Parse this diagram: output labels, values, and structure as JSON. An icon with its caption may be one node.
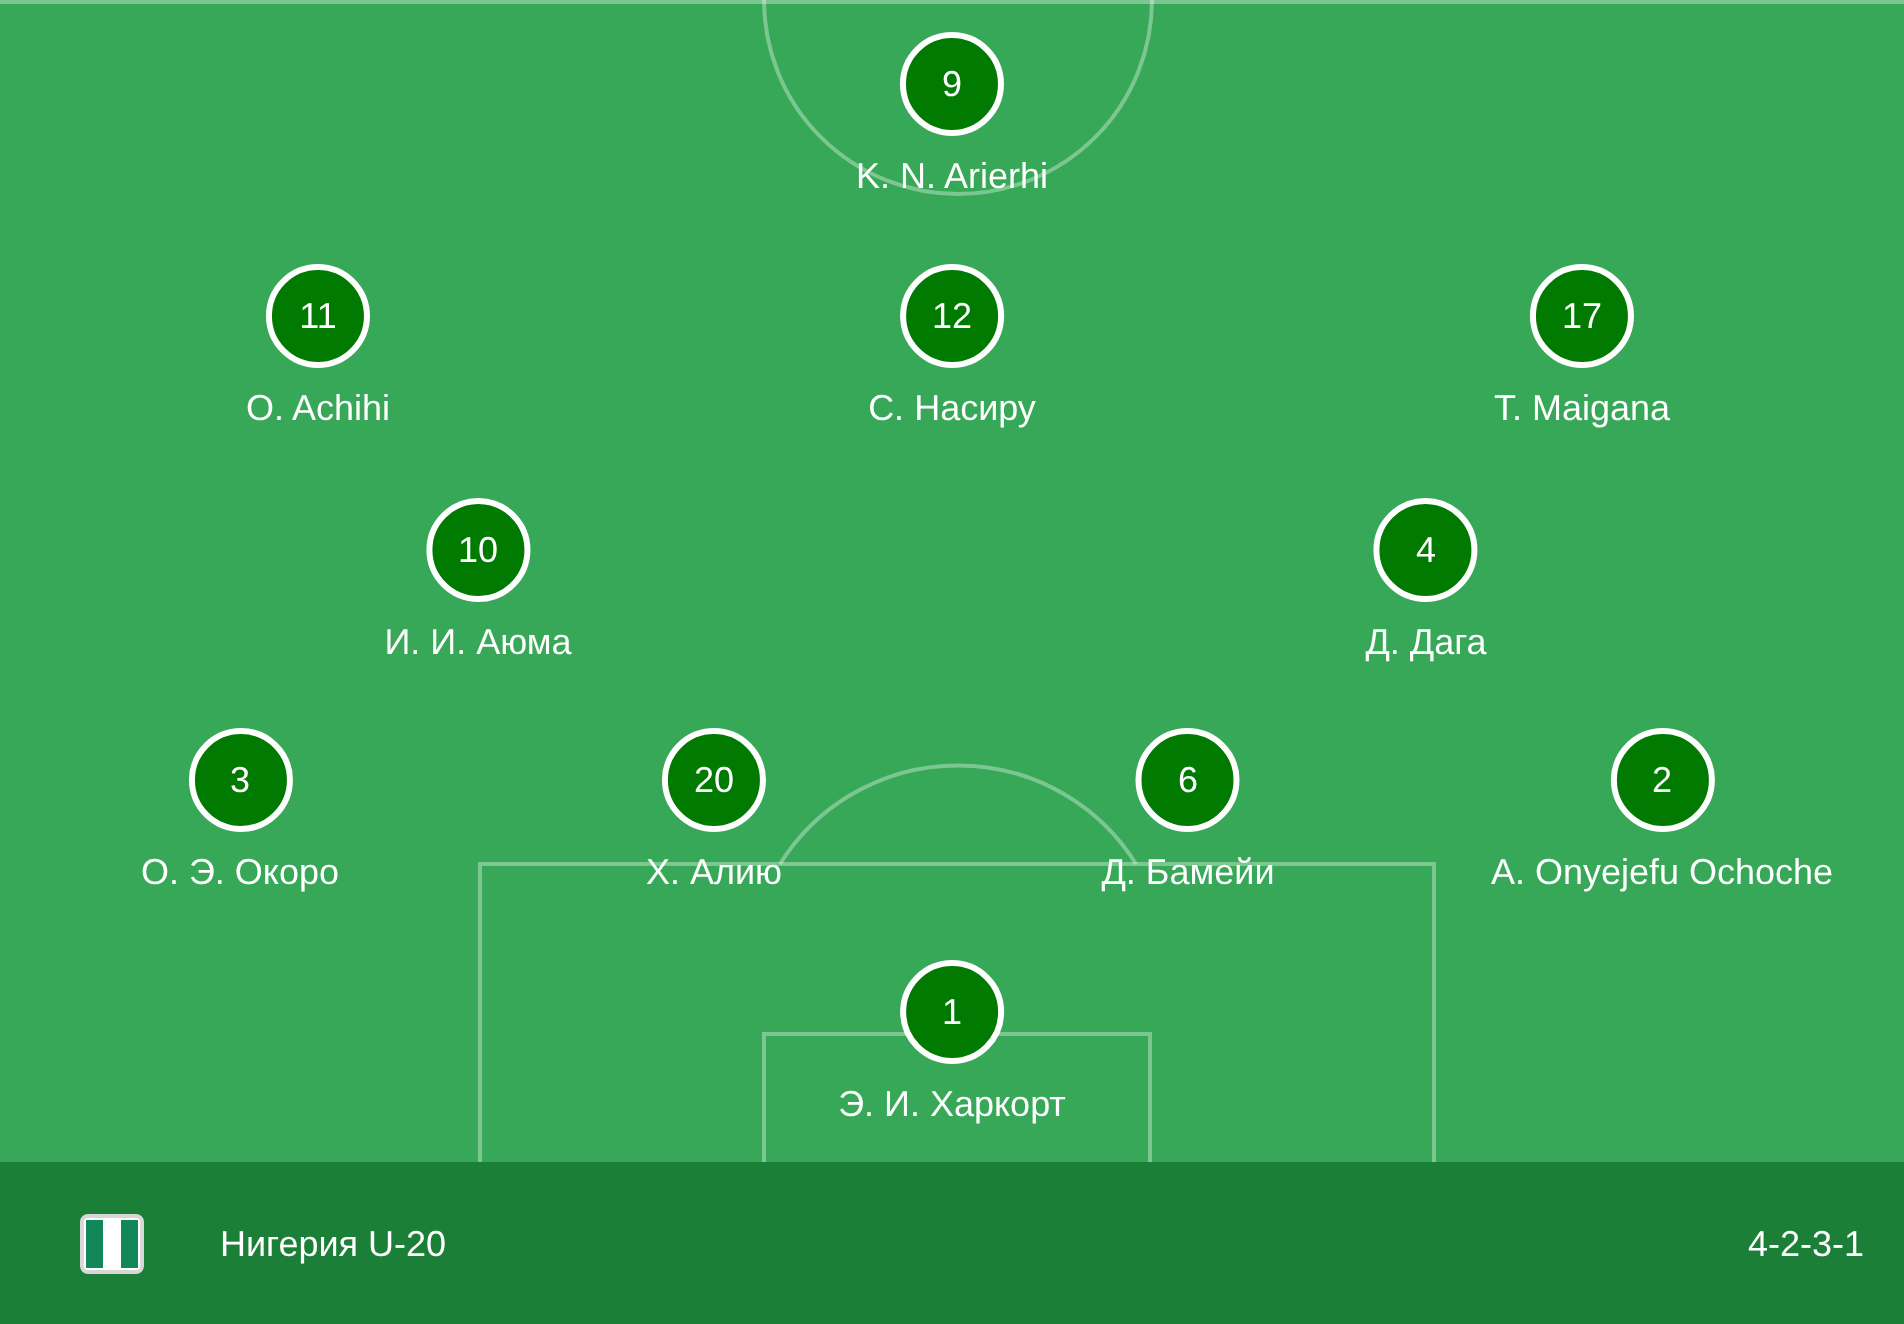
{
  "diagram": {
    "nodes": [
      {
        "text": [
          "9"
        ],
        "beside": [
          "K. N. Arierhi"
        ]
      },
      {
        "text": [
          "11"
        ],
        "beside": [
          "O. Achihi"
        ]
      },
      {
        "text": [
          "12"
        ],
        "beside": [
          "С. Насиру"
        ]
      },
      {
        "text": [
          "17"
        ],
        "beside": [
          "T. Maigana"
        ]
      },
      {
        "text": [
          "10"
        ],
        "beside": [
          "И. И. Аюма"
        ]
      },
      {
        "text": [
          "4"
        ],
        "beside": [
          "Д. Дага"
        ]
      },
      {
        "text": [
          "3"
        ],
        "beside": [
          "О. Э. Окоро"
        ]
      },
      {
        "text": [
          "20"
        ],
        "beside": [
          "Х. Алию"
        ]
      },
      {
        "text": [
          "6"
        ],
        "beside": [
          "Д. Бамейи"
        ]
      },
      {
        "text": [
          "2"
        ],
        "beside": [
          "A. Onyejefu Ochoche"
        ]
      },
      {
        "text": [
          "1"
        ],
        "beside": [
          "Э. И. Харкорт"
        ]
      },
      {
        "text": [
          "Нигерия U-20",
          "4-2-3-1"
        ]
      }
    ]
  }
}
